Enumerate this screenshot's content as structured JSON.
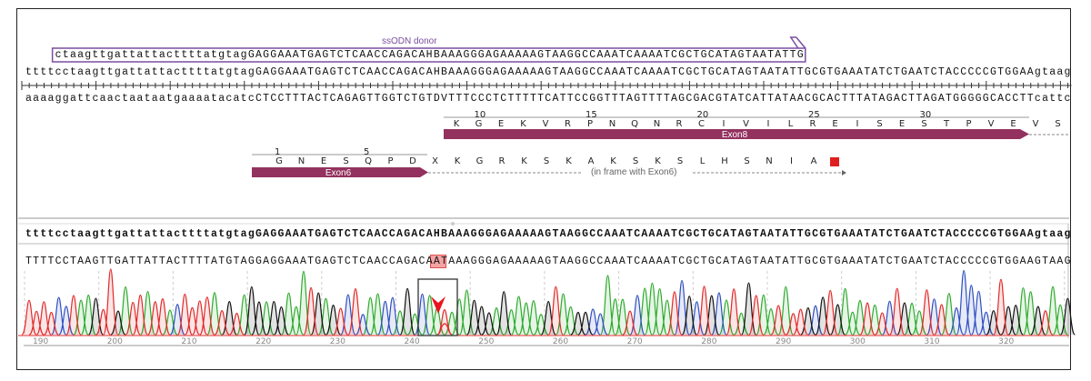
{
  "ssodn": {
    "label": "ssODN donor",
    "sequence": "ctaagttgattattacttttatgtagGAGGAAATGAGTCTCAACCAGACAHBAAAGGGAGAAAAAGTAAGGCCAAATCAAAATCGCTGCATAGTAATATTG",
    "start_index": 4,
    "color": "#7a4ea0"
  },
  "reference": {
    "top_strand": "ttttcctaagttgattattacttttatgtagGAGGAAATGAGTCTCAACCAGACAHBAAAGGGAGAAAAAGTAAGGCCAAATCAAAATCGCTGCATAGTAATATTGCGTGAAATATCTGAATCTACCCCCGTGGAAgtaag",
    "bottom_strand": "aaaaggattcaactaataatgaaaatacatcCTCCTTTACTCAGAGTTGGTCTGTDVTTTCCCTCTTTTTCATTCCGGTTTAGTTTTAGCGACGTATCATTATAACGCACTTTATAGACTTAGATGGGGGCACCTTcattc"
  },
  "exon8": {
    "label": "Exon8",
    "amino_acids": [
      "K",
      "G",
      "E",
      "K",
      "V",
      "R",
      "P",
      "N",
      "Q",
      "N",
      "R",
      "C",
      "I",
      "V",
      "I",
      "L",
      "R",
      "E",
      "I",
      "S",
      "E",
      "S",
      "T",
      "P",
      "V",
      "E",
      "V",
      "S"
    ],
    "numbers": [
      {
        "label": "10",
        "aa_index": 1
      },
      {
        "label": "15",
        "aa_index": 6
      },
      {
        "label": "20",
        "aa_index": 11
      },
      {
        "label": "25",
        "aa_index": 16
      },
      {
        "label": "30",
        "aa_index": 21
      }
    ],
    "color": "#93325f"
  },
  "exon6": {
    "label": "Exon6",
    "amino_acids": [
      "G",
      "N",
      "E",
      "S",
      "Q",
      "P",
      "D",
      "X",
      "K",
      "G",
      "R",
      "K",
      "S",
      "K",
      "A",
      "K",
      "S",
      "K",
      "S",
      "L",
      "H",
      "S",
      "N",
      "I",
      "A"
    ],
    "numbers": [
      {
        "label": "1",
        "aa_index": 0
      },
      {
        "label": "5",
        "aa_index": 4
      }
    ],
    "frame_note": "(in frame with Exon6)",
    "stop_color": "#e02020"
  },
  "alignment": {
    "reference": "ttttcctaagttgattattacttttatgtagGAGGAAATGAGTCTCAACCAGACAHBAAAGGGAGAAAAAGTAAGGCCAAATCAAAATCGCTGCATAGTAATATTGCGTGAAATATCTGAATCTACCCCCGTGGAAgtaag",
    "read_prefix": "TTTTCCTAAGTTGATTATTACTTTTATGTAGGAGGAAATGAGTCTCAACCAGACA",
    "read_highlight": "AT",
    "read_suffix": "AAAGGGAGAAAAAGTAAGGCCAAATCAAAATCGCTGCATAGTAATATTGCGTGAAATATCTGAATCTACCCCCGTGGAAGTAAG"
  },
  "chromatogram": {
    "axis_ticks": [
      "190",
      "200",
      "210",
      "220",
      "230",
      "240",
      "250",
      "260",
      "270",
      "280",
      "290",
      "300",
      "310",
      "320"
    ],
    "base_colors": {
      "A": "#2eaa2e",
      "C": "#2f4fc0",
      "G": "#111111",
      "T": "#e02a2a"
    },
    "marker_color": "#e8141e"
  }
}
